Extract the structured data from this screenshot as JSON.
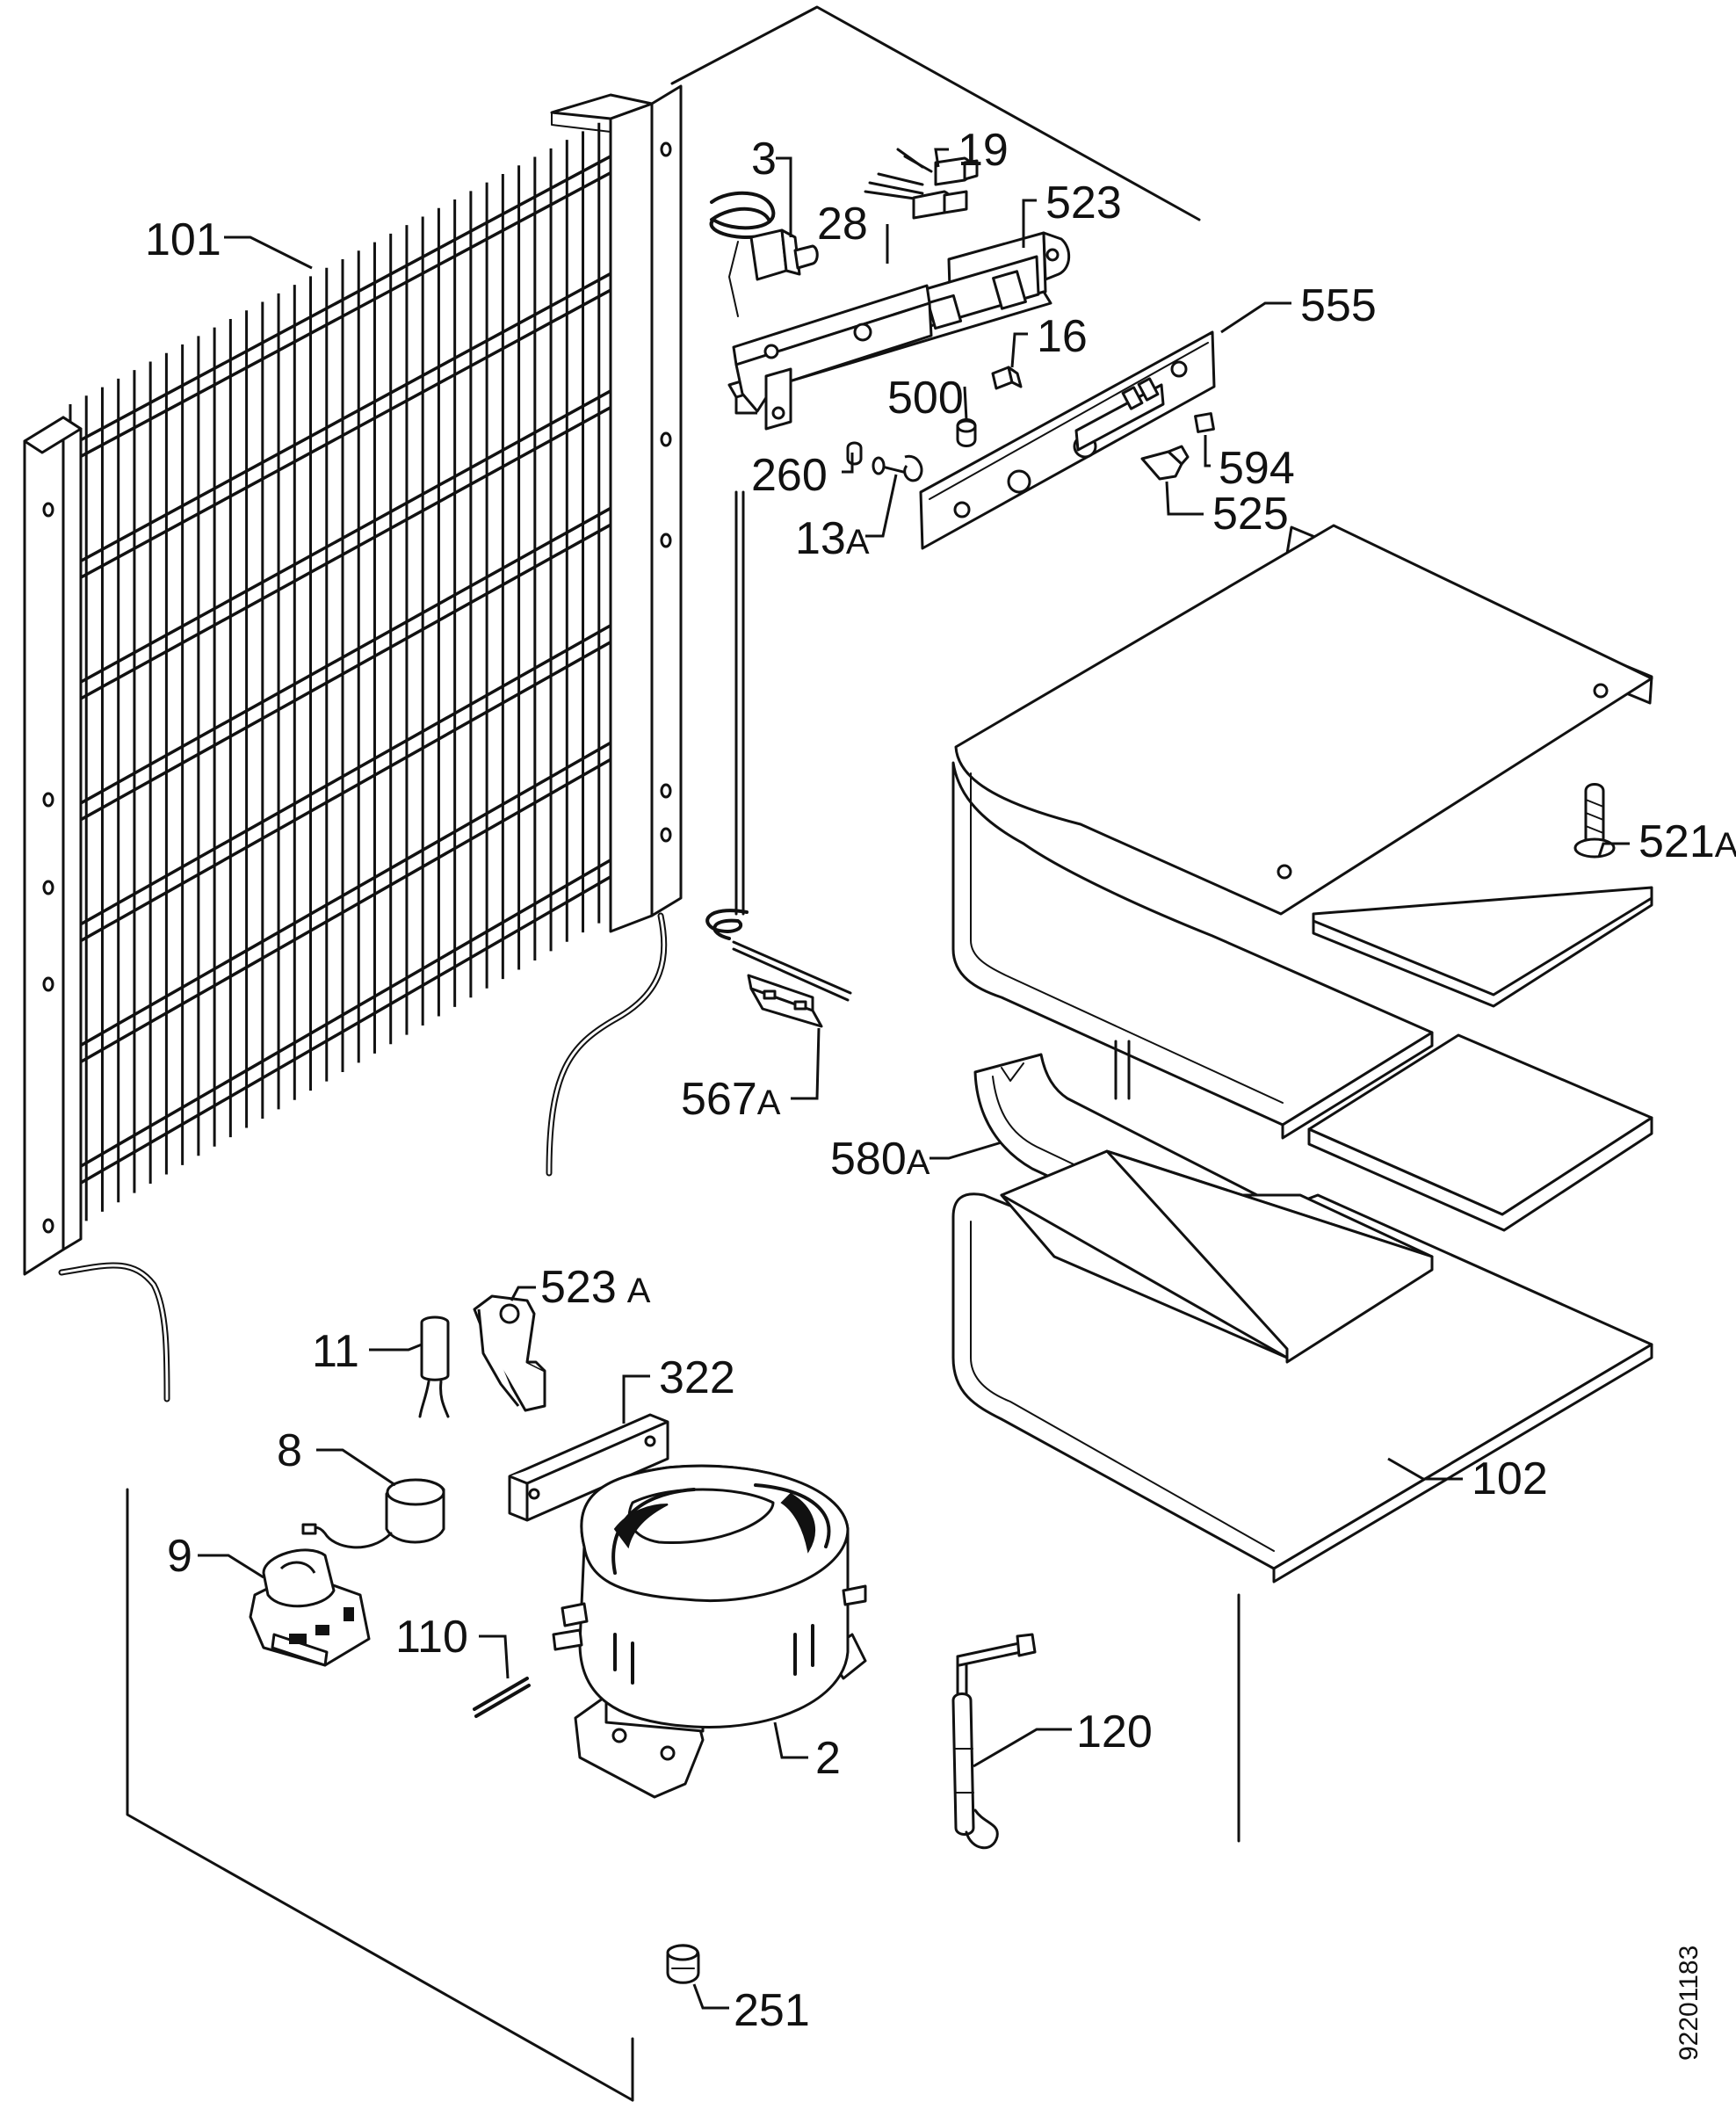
{
  "callouts": {
    "c101": "101",
    "c3": "3",
    "c19": "19",
    "c28": "28",
    "c523": "523",
    "c555": "555",
    "c16": "16",
    "c500": "500",
    "c260": "260",
    "c594": "594",
    "c13a": "13",
    "c525": "525",
    "c521a": "521",
    "c567a": "567",
    "c580a": "580",
    "c523a": "523",
    "c11": "11",
    "c322": "322",
    "c8": "8",
    "c102": "102",
    "c9": "9",
    "c110": "110",
    "c2": "2",
    "c120": "120",
    "c251": "251"
  },
  "suffix": "A",
  "doc_id": "92201183"
}
